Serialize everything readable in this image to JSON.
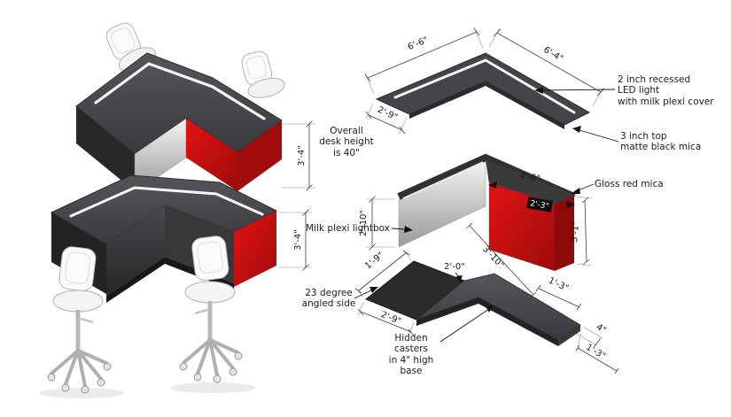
{
  "drawing": {
    "notes": {
      "overall_height": "Overall\ndesk height\nis 40\"",
      "led_light": "2 inch recessed\nLED light\nwith milk plexi cover",
      "top_mica": "3 inch top\nmatte black mica",
      "red_mica": "Gloss red mica",
      "plexi_lightbox": "Milk plexi lightbox",
      "angled_side": "23 degree\nangled side",
      "hidden_casters": "Hidden casters\nin 4\" high\nbase"
    },
    "dims": {
      "plan_top_edge": "6'-6\"",
      "plan_right_edge": "6'-4\"",
      "plan_left_end": "2'-9\"",
      "front_height_upper": "3'-4\"",
      "front_height_lower": "3'-4\"",
      "lightbox_height": "2'-10\"",
      "red_top_length": "4'-6\"",
      "red_top_partial": "2'-3\"",
      "red_height": "3'-1\"",
      "front_lower_edge": "3'-10\"",
      "return_offset": "1'-3\"",
      "base_slant_edge": "1'-9\"",
      "base_left_end": "2'-9\"",
      "base_bend": "2'-0\"",
      "base_height": "4\"",
      "base_end_offset": "1'-3\""
    },
    "colors": {
      "desk_gray": "#47474a",
      "accent_red": "#c90f0f",
      "plexi_gray": "#d9d9d9",
      "led_white": "#ffffff"
    }
  }
}
